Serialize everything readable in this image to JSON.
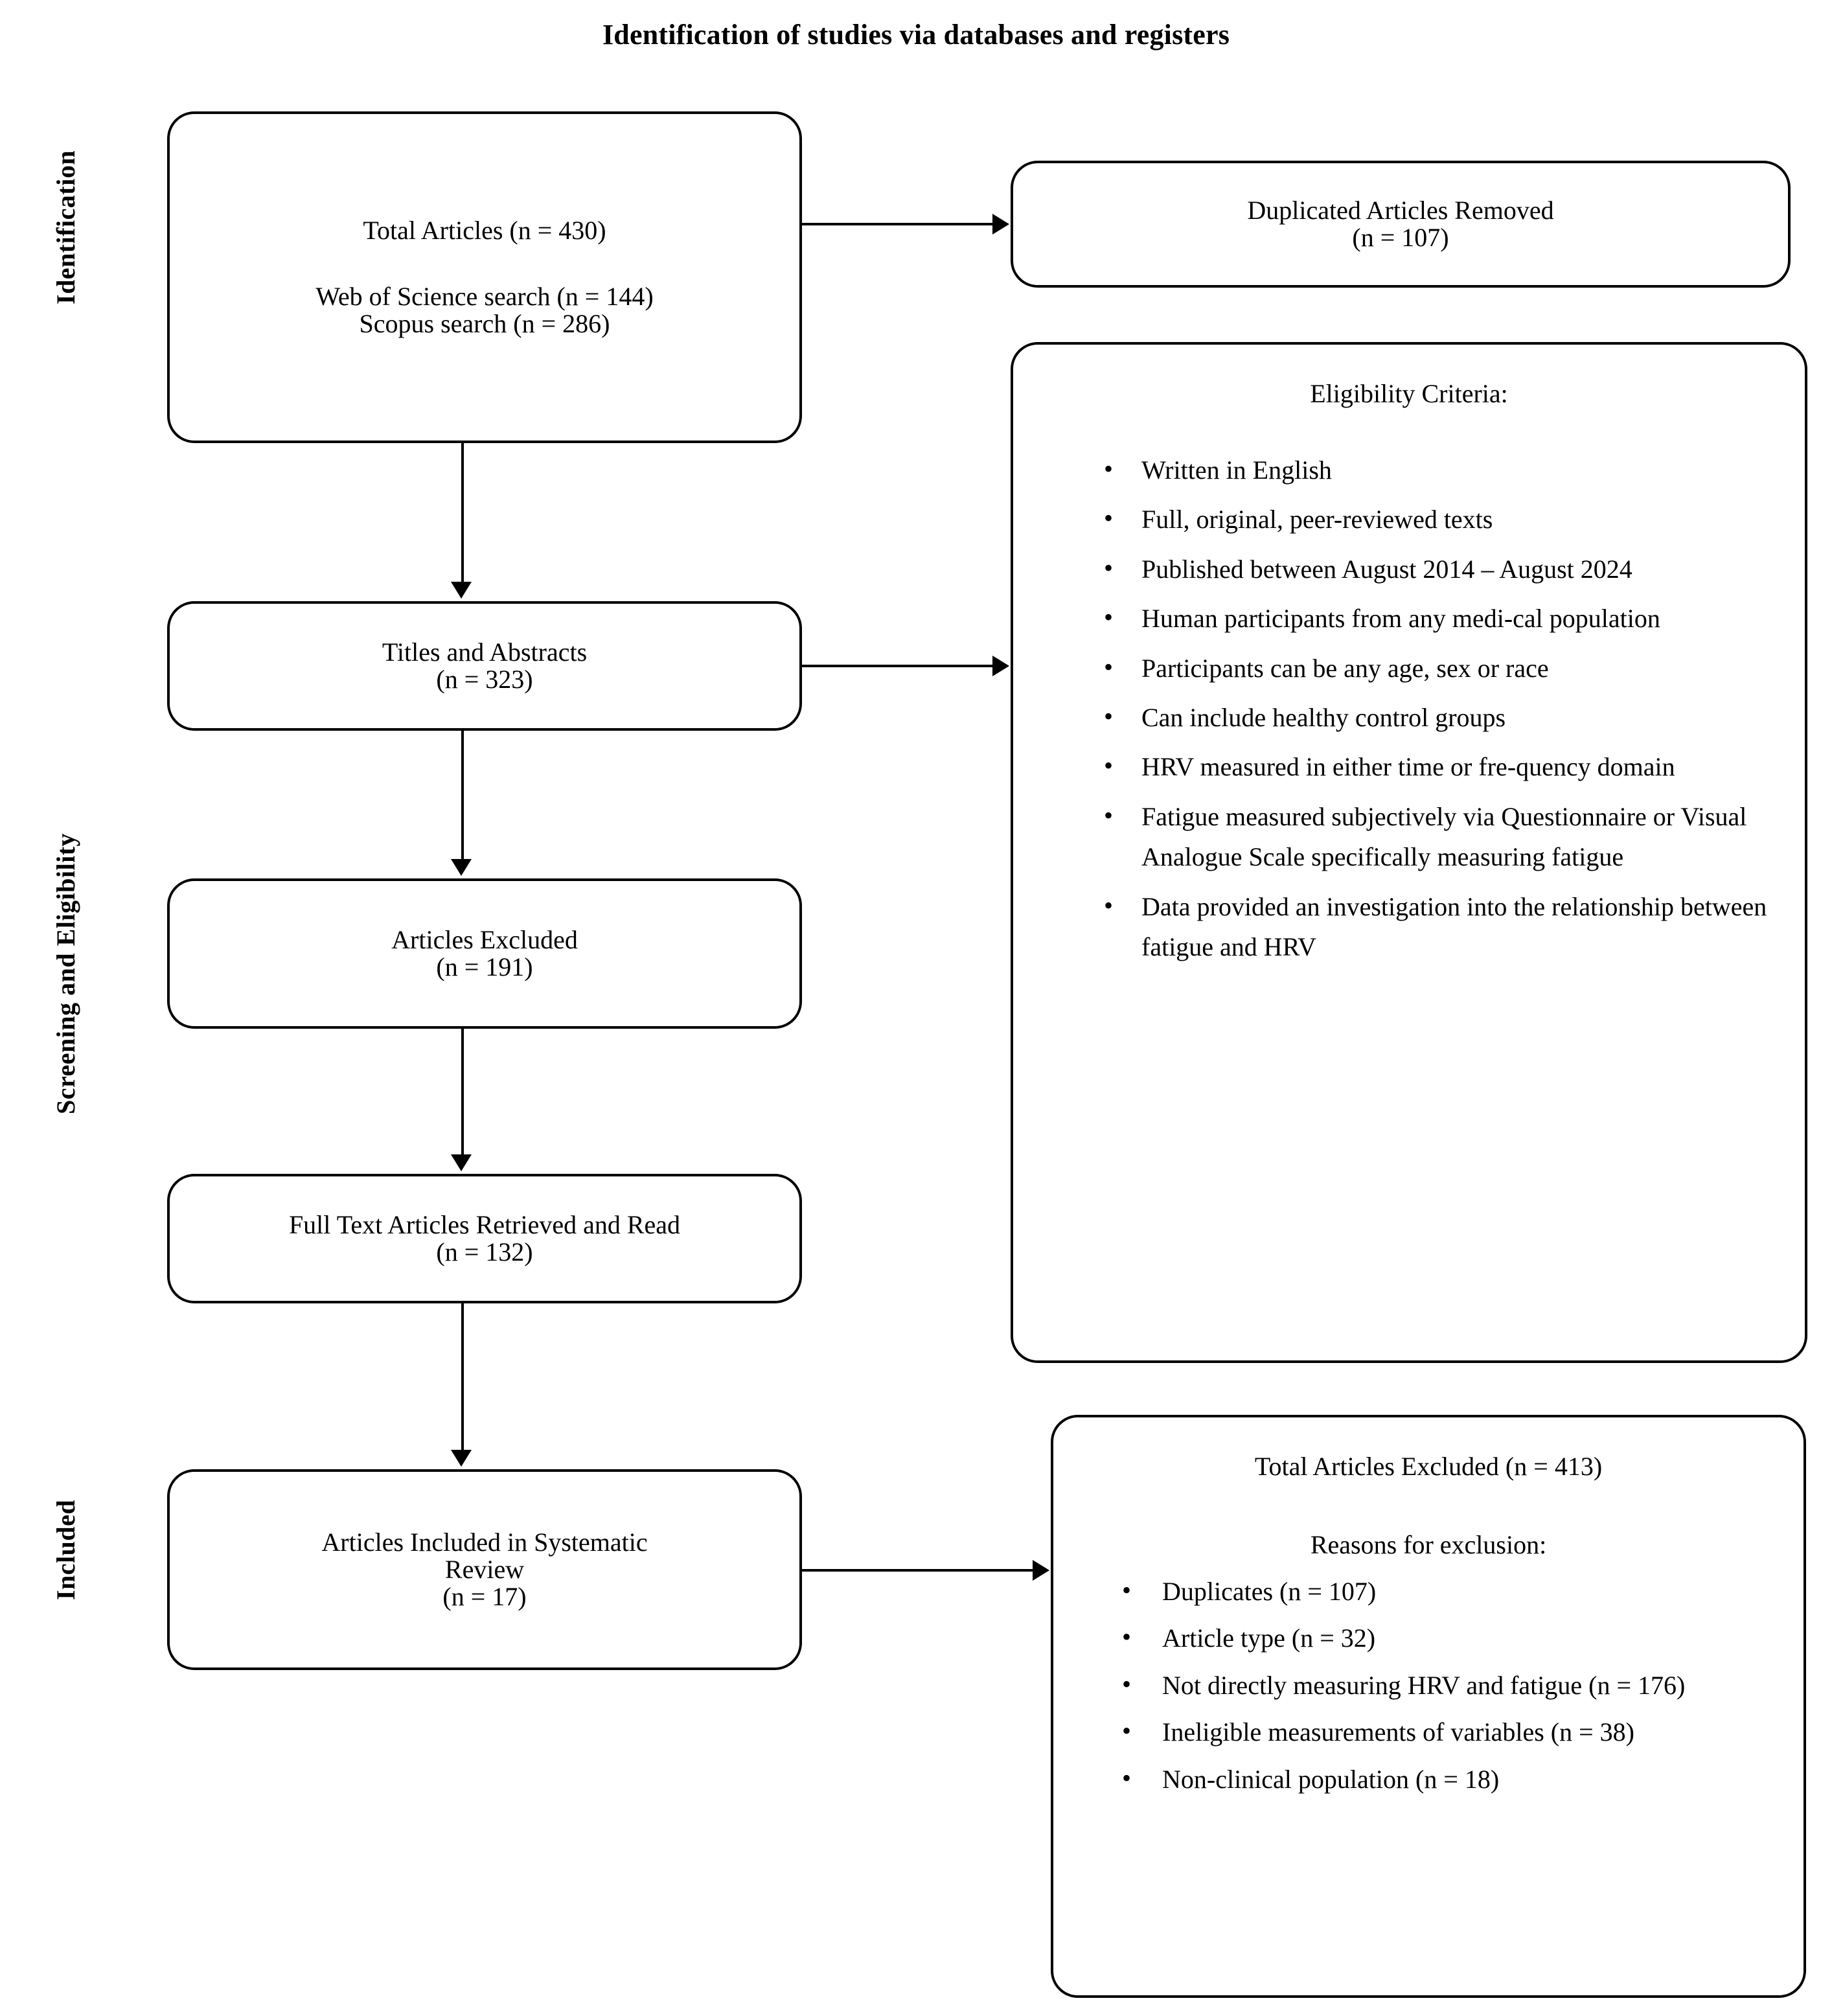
{
  "title": "Identification of studies via databases and registers",
  "stages": [
    {
      "id": "identification",
      "label": "Identification"
    },
    {
      "id": "screening",
      "label": "Screening and Eligibility"
    },
    {
      "id": "included",
      "label": "Included"
    }
  ],
  "nodes": {
    "total_articles": {
      "line1": "Total Articles (n = 430)",
      "line2": "Web of Science search (n = 144)",
      "line3": "Scopus search (n = 286)"
    },
    "duplicates_removed": {
      "line1": "Duplicated Articles Removed",
      "line2": "(n = 107)"
    },
    "titles_abstracts": {
      "line1": "Titles and Abstracts",
      "line2": "(n = 323)"
    },
    "articles_excluded": {
      "line1": "Articles Excluded",
      "line2": "(n = 191)"
    },
    "full_text": {
      "line1": "Full Text Articles Retrieved and Read",
      "line2": "(n = 132)"
    },
    "articles_included": {
      "line1": "Articles Included in Systematic",
      "line2": "Review",
      "line3": "(n = 17)"
    },
    "eligibility": {
      "heading": "Eligibility Criteria:",
      "items": [
        "Written in English",
        "Full, original, peer-reviewed texts",
        "Published between August 2014 – August 2024",
        "Human participants from any medi-cal population",
        "Participants can be any age, sex or race",
        "Can include healthy control groups",
        "HRV measured in either time or fre-quency domain",
        "Fatigue measured subjectively via Questionnaire or Visual Analogue Scale specifically measuring fatigue",
        "Data provided an investigation into the relationship between fatigue and HRV"
      ]
    },
    "exclusions": {
      "heading": "Total Articles Excluded (n = 413)",
      "subheading": "Reasons for exclusion:",
      "items": [
        "Duplicates (n = 107)",
        "Article type (n = 32)",
        "Not directly measuring HRV and fatigue (n = 176)",
        "Ineligible measurements of variables (n = 38)",
        "Non-clinical population (n = 18)"
      ]
    }
  },
  "chart_data": {
    "type": "table",
    "title": "Identification of studies via databases and registers",
    "flow": [
      {
        "stage": "Identification",
        "node": "Total Articles",
        "n": 430
      },
      {
        "stage": "Identification",
        "node": "Web of Science search",
        "n": 144
      },
      {
        "stage": "Identification",
        "node": "Scopus search",
        "n": 286
      },
      {
        "stage": "Identification",
        "node": "Duplicated Articles Removed",
        "n": 107
      },
      {
        "stage": "Screening and Eligibility",
        "node": "Titles and Abstracts",
        "n": 323
      },
      {
        "stage": "Screening and Eligibility",
        "node": "Articles Excluded",
        "n": 191
      },
      {
        "stage": "Screening and Eligibility",
        "node": "Full Text Articles Retrieved and Read",
        "n": 132
      },
      {
        "stage": "Included",
        "node": "Articles Included in Systematic Review",
        "n": 17
      },
      {
        "stage": "Included",
        "node": "Total Articles Excluded",
        "n": 413
      }
    ],
    "exclusion_reasons": [
      {
        "reason": "Duplicates",
        "n": 107
      },
      {
        "reason": "Article type",
        "n": 32
      },
      {
        "reason": "Not directly measuring HRV and fatigue",
        "n": 176
      },
      {
        "reason": "Ineligible measurements of variables",
        "n": 38
      },
      {
        "reason": "Non-clinical population",
        "n": 18
      }
    ]
  }
}
